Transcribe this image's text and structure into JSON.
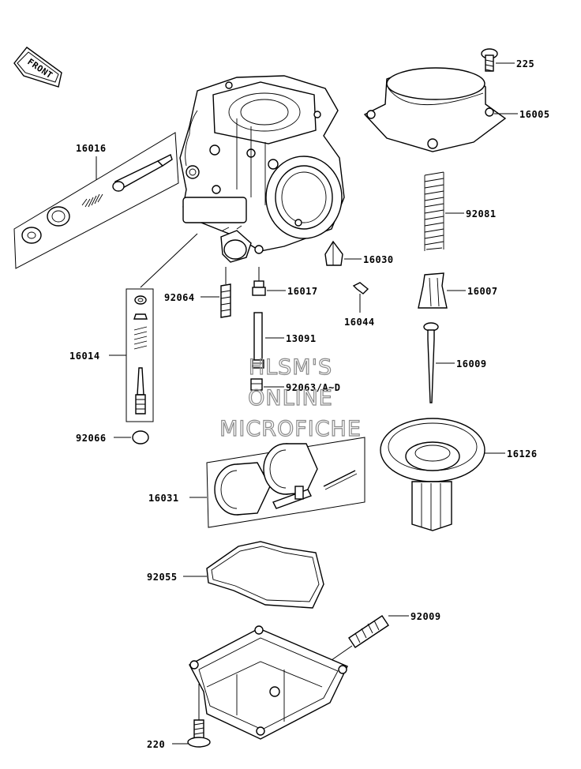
{
  "front_badge": "FRONT",
  "watermark": [
    "HLSM'S",
    "ONLINE",
    "MICROFICHE"
  ],
  "callouts": {
    "p225": "225",
    "p16005": "16005",
    "p16016": "16016",
    "p92081": "92081",
    "p16030": "16030",
    "p92064": "92064",
    "p16017": "16017",
    "p16007": "16007",
    "p16044": "16044",
    "p16014": "16014",
    "p13091": "13091",
    "p16009": "16009",
    "p92063": "92063/A~D",
    "p92066": "92066",
    "p16126": "16126",
    "p16031": "16031",
    "p92055": "92055",
    "p92009": "92009",
    "p220": "220"
  }
}
